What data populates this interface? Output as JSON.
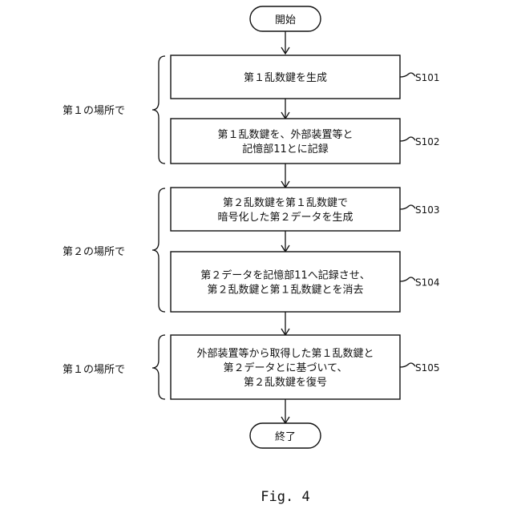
{
  "start_label": "開始",
  "end_label": "終了",
  "steps": [
    {
      "id": "S101",
      "lines": [
        "第１乱数鍵を生成"
      ]
    },
    {
      "id": "S102",
      "lines": [
        "第１乱数鍵を、外部装置等と",
        "記憶部11とに記録"
      ]
    },
    {
      "id": "S103",
      "lines": [
        "第２乱数鍵を第１乱数鍵で",
        "暗号化した第２データを生成"
      ]
    },
    {
      "id": "S104",
      "lines": [
        "第２データを記憶部11へ記録させ、",
        "第２乱数鍵と第１乱数鍵とを消去"
      ]
    },
    {
      "id": "S105",
      "lines": [
        "外部装置等から取得した第１乱数鍵と",
        "第２データとに基づいて、",
        "第２乱数鍵を復号"
      ]
    }
  ],
  "groups": [
    {
      "label": "第１の場所で"
    },
    {
      "label": "第２の場所で"
    },
    {
      "label": "第１の場所で"
    }
  ],
  "figure_caption": "Fig. 4"
}
